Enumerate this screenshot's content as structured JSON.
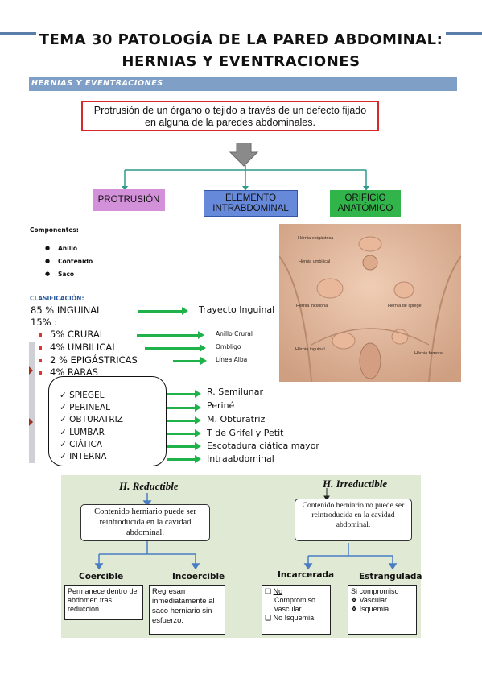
{
  "title": {
    "line1": "TEMA 30 PATOLOGÍA DE LA PARED ABDOMINAL:",
    "line2": "HERNIAS Y EVENTRACIONES"
  },
  "section_bar": "HERNIAS Y EVENTRACIONES",
  "definition": {
    "text": "Protrusión de  un órgano o  tejido  a través de un defecto fijado en  alguna de  la paredes abdominales.",
    "tags": [
      "PROTRUSIÓN",
      "ELEMENTO INTRABDOMINAL",
      "ORIFICIO ANATÓMICO"
    ]
  },
  "components": {
    "label": "Componentes:",
    "items": [
      "Anillo",
      "Contenido",
      "Saco"
    ]
  },
  "anatomy": {
    "labels": [
      "Hérnia epigástrica",
      "Hérnia umbilical",
      "Hérnia incisional",
      "Hérnia de spiegel",
      "Hérnia inguinal",
      "Hérnia femoral"
    ]
  },
  "classification": {
    "label": "CLASIFICACIÓN:",
    "inguinal": {
      "text": "85 %  INGUINAL",
      "dest": "Trayecto Inguinal"
    },
    "percent15": "15% :",
    "items": [
      {
        "text": "5% CRURAL",
        "dest": "Anillo Crural"
      },
      {
        "text": "4% UMBILICAL",
        "dest": "Ombligo"
      },
      {
        "text": "2 % EPIGÁSTRICAS",
        "dest": "Línea Alba"
      },
      {
        "text": "4% RARAS",
        "dest": ""
      }
    ],
    "rare": [
      {
        "text": "SPIEGEL",
        "dest": "R. Semilunar"
      },
      {
        "text": "PERINEAL",
        "dest": "Periné"
      },
      {
        "text": "OBTURATRIZ",
        "dest": "M. Obturatriz"
      },
      {
        "text": "LUMBAR",
        "dest": "T de  Grifel  y Petit"
      },
      {
        "text": "CIÁTICA",
        "dest": "Escotadura ciática mayor"
      },
      {
        "text": "INTERNA",
        "dest": "Intraabdominal"
      }
    ]
  },
  "reducible": {
    "left_title": "H. Reductible",
    "right_title": "H. Irreductible",
    "left_box": "Contenido  herniario puede ser reintroducida en la cavidad  abdominal.",
    "right_box": "Contenido herniario no puede ser reintroducida en la cavidad abdominal.",
    "coercible": {
      "title": "Coercible",
      "text": "Permanece dentro del abdomen tras reducción"
    },
    "incoercible": {
      "title": "Incoercible",
      "text": "Regresan inmediatamente  al saco herniario sin esfuerzo."
    },
    "incarcerada": {
      "title": "Incarcerada",
      "l1": "No",
      "l2": "Compromiso vascular",
      "l3": "No Isquemia."
    },
    "estrangulada": {
      "title": "Estrangulada",
      "l1": "Si compromiso",
      "l2": "Vascular",
      "l3": "Isquemia"
    }
  }
}
